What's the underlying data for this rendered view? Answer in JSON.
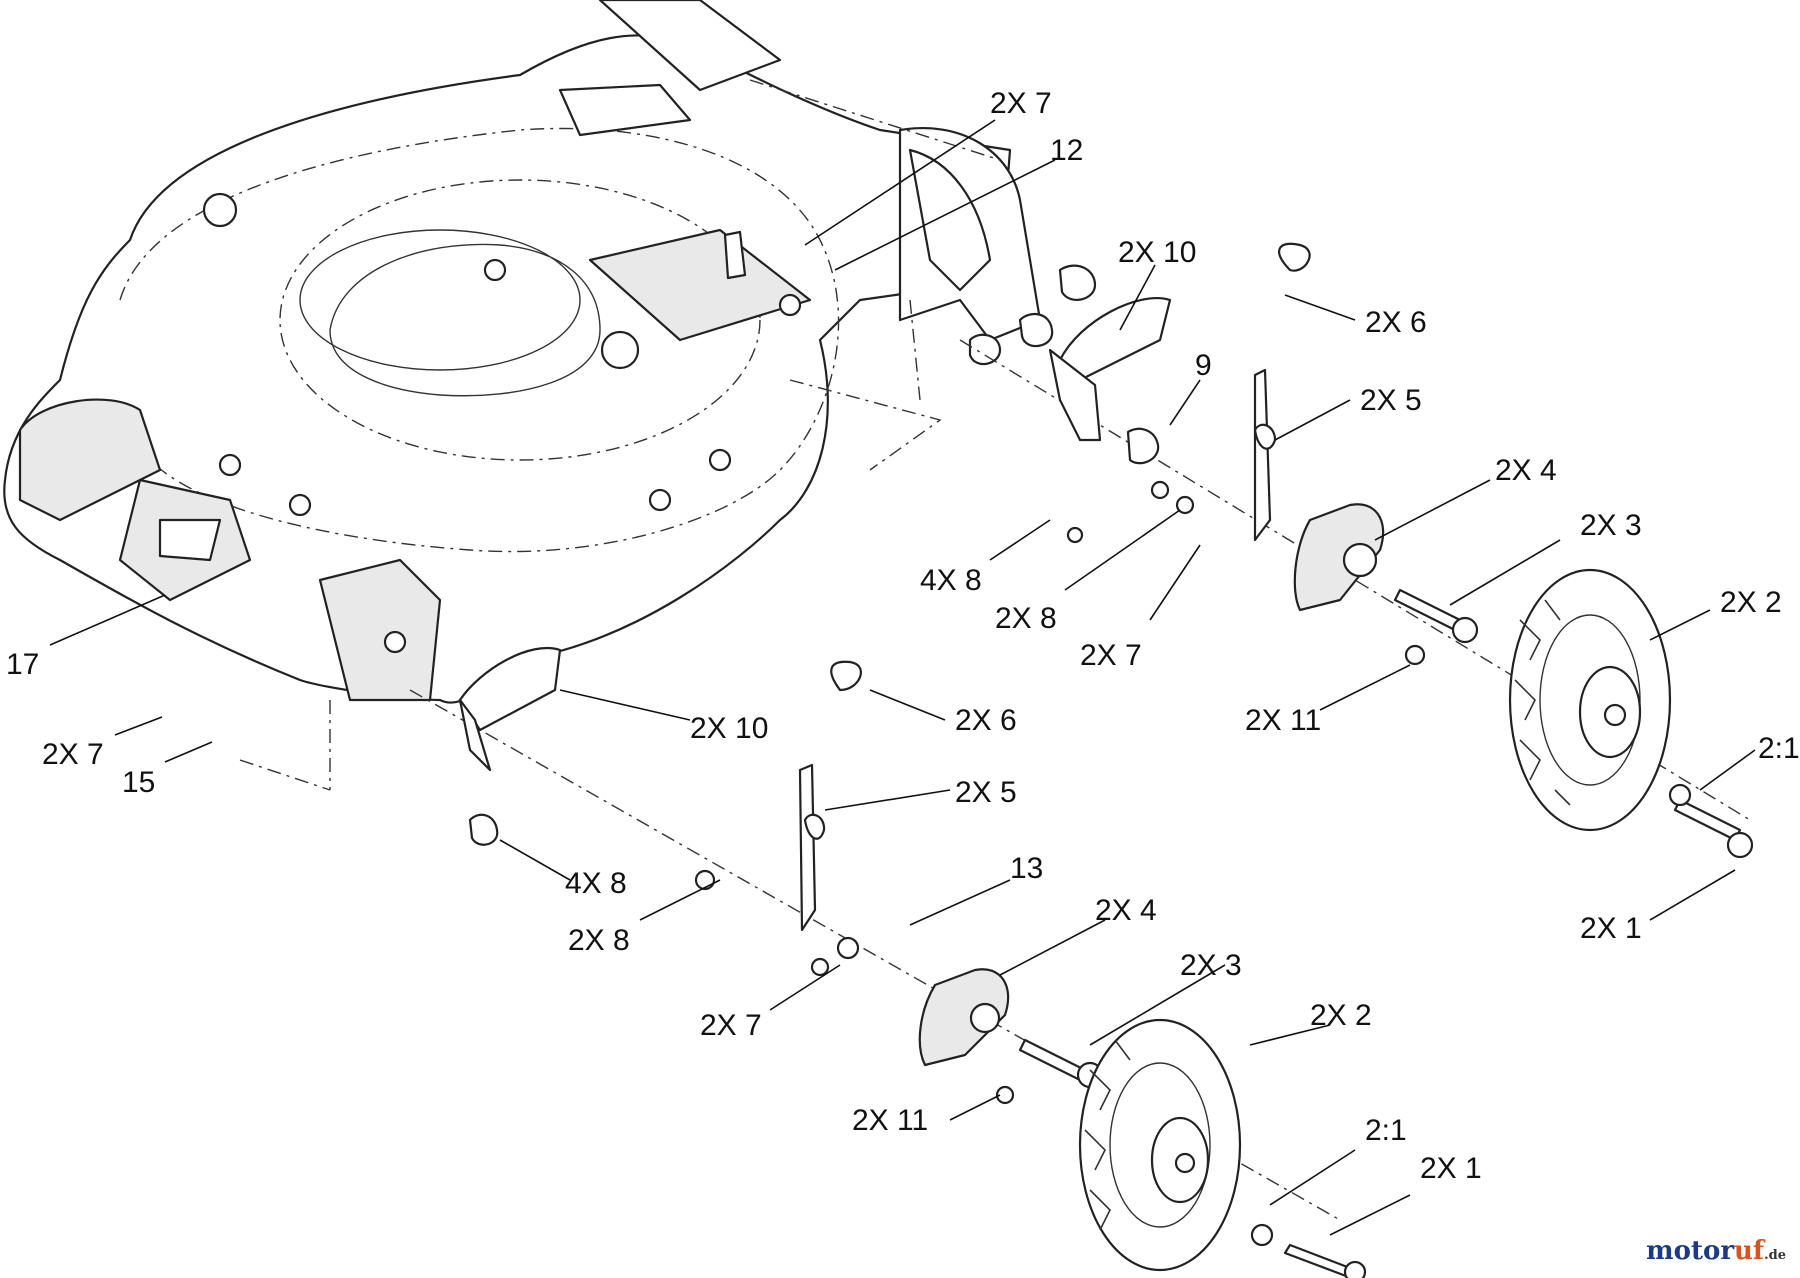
{
  "callouts": [
    {
      "id": "c1",
      "text": "2X 7"
    },
    {
      "id": "c2",
      "text": "12"
    },
    {
      "id": "c3",
      "text": "2X 10"
    },
    {
      "id": "c4",
      "text": "2X 6"
    },
    {
      "id": "c5",
      "text": "9"
    },
    {
      "id": "c6",
      "text": "2X 5"
    },
    {
      "id": "c7",
      "text": "2X 4"
    },
    {
      "id": "c8",
      "text": "2X 3"
    },
    {
      "id": "c9",
      "text": "4X 8"
    },
    {
      "id": "c10",
      "text": "2X 8"
    },
    {
      "id": "c11",
      "text": "2X 7"
    },
    {
      "id": "c12",
      "text": "2X 2"
    },
    {
      "id": "c13",
      "text": "2X 11"
    },
    {
      "id": "c14",
      "text": "2:1"
    },
    {
      "id": "c15",
      "text": "2X 1"
    },
    {
      "id": "c16",
      "text": "17"
    },
    {
      "id": "c17",
      "text": "2X 10"
    },
    {
      "id": "c18",
      "text": "2X 6"
    },
    {
      "id": "c19",
      "text": "2X 7"
    },
    {
      "id": "c20",
      "text": "15"
    },
    {
      "id": "c21",
      "text": "2X 5"
    },
    {
      "id": "c22",
      "text": "4X 8"
    },
    {
      "id": "c23",
      "text": "13"
    },
    {
      "id": "c24",
      "text": "2X 4"
    },
    {
      "id": "c25",
      "text": "2X 8"
    },
    {
      "id": "c26",
      "text": "2X 3"
    },
    {
      "id": "c27",
      "text": "2X 7"
    },
    {
      "id": "c28",
      "text": "2X 2"
    },
    {
      "id": "c29",
      "text": "2X 11"
    },
    {
      "id": "c30",
      "text": "2:1"
    },
    {
      "id": "c31",
      "text": "2X 1"
    }
  ],
  "watermark": {
    "part1": "motor",
    "part2": "uf",
    "suffix": ".de"
  },
  "colors": {
    "ink": "#111111",
    "watermark_blue": "#1d3a8a",
    "watermark_orange": "#d9531e"
  }
}
